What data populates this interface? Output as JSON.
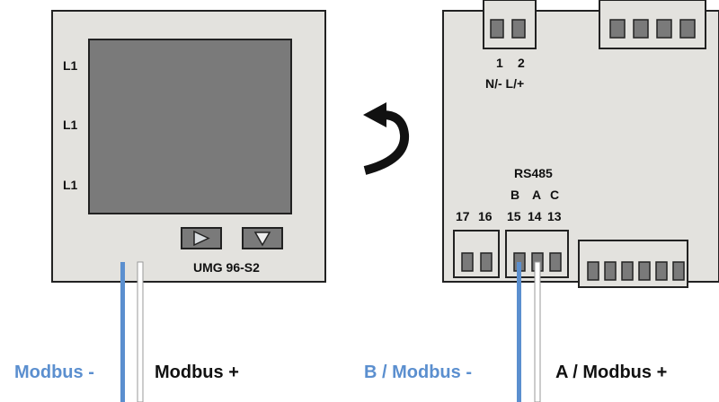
{
  "front": {
    "phase_labels": [
      "L1",
      "L1",
      "L1"
    ],
    "model_label": "UMG 96-S2"
  },
  "back": {
    "power_terminals": {
      "numbers": [
        "1",
        "2"
      ],
      "polarity": "N/- L/+"
    },
    "rs485_label": "RS485",
    "bus_letters": [
      "B",
      "A",
      "C"
    ],
    "terminal_numbers": [
      "17",
      "16",
      "15",
      "14",
      "13"
    ]
  },
  "wires": {
    "front_minus_label": "Modbus -",
    "front_plus_label": "Modbus +",
    "back_minus_label": "B / Modbus -",
    "back_plus_label": "A / Modbus +"
  },
  "colors": {
    "housing": "#e3e2de",
    "display": "#7a7a7a",
    "wire_minus": "#5b8fcf",
    "wire_plus": "#ffffff",
    "text_minus": "#5b8fcf",
    "text_default": "#111111"
  },
  "icons": [
    "rotate-arrow-icon",
    "play-triangle-icon",
    "down-triangle-icon"
  ]
}
